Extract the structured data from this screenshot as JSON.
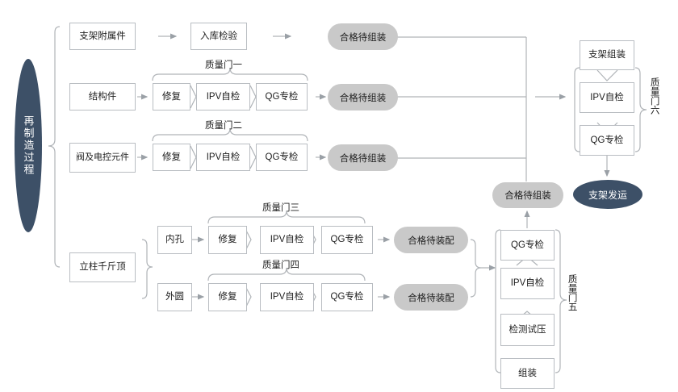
{
  "diagram": {
    "title_node": "再制造过程",
    "final_node": "支架发运",
    "labels": {
      "gate1": "质量门一",
      "gate2": "质量门二",
      "gate3": "质量门三",
      "gate4": "质量门四",
      "gate5": "质量门五",
      "gate6": "质量门六"
    },
    "inputs": {
      "row1": "支架附属件",
      "row2": "结构件",
      "row3": "阀及电控元件",
      "row4": "立柱千斤顶"
    },
    "sub_inputs": {
      "inner": "内孔",
      "outer": "外圆"
    },
    "steps": {
      "incoming_check": "入库检验",
      "repair": "修复",
      "ipv": "IPV自检",
      "qg": "QG专检",
      "pressure_test": "检测试压",
      "assembly": "组装",
      "bracket_assembly": "支架组装"
    },
    "status": {
      "ready_to_assemble": "合格待组装",
      "ready_to_fit": "合格待装配"
    },
    "rows": [
      {
        "id": "row-1",
        "input": "支架附属件",
        "steps": [
          "入库检验"
        ],
        "output": "合格待组装"
      },
      {
        "id": "row-2",
        "input": "结构件",
        "steps": [
          "修复",
          "IPV自检",
          "QG专检"
        ],
        "gate": "质量门一",
        "output": "合格待组装"
      },
      {
        "id": "row-3",
        "input": "阀及电控元件",
        "steps": [
          "修复",
          "IPV自检",
          "QG专检"
        ],
        "gate": "质量门二",
        "output": "合格待组装"
      },
      {
        "id": "row-4",
        "input": "内孔",
        "steps": [
          "修复",
          "IPV自检",
          "QG专检"
        ],
        "gate": "质量门三",
        "output": "合格待装配"
      },
      {
        "id": "row-5",
        "input": "外圆",
        "steps": [
          "修复",
          "IPV自检",
          "QG专检"
        ],
        "gate": "质量门四",
        "output": "合格待装配"
      }
    ],
    "column_gate5": {
      "gate": "质量门五",
      "steps": [
        "QG专检",
        "IPV自检",
        "检测试压",
        "组装"
      ],
      "output": "合格待组装"
    },
    "column_gate6": {
      "gate": "质量门六",
      "steps": [
        "支架组装",
        "IPV自检",
        "QG专检"
      ],
      "output": "支架发运"
    },
    "colors": {
      "navy": "#3d5067",
      "pill_gray": "#c9c9c9",
      "box_border": "#b9bdc2",
      "line": "#b0b4b8"
    }
  }
}
